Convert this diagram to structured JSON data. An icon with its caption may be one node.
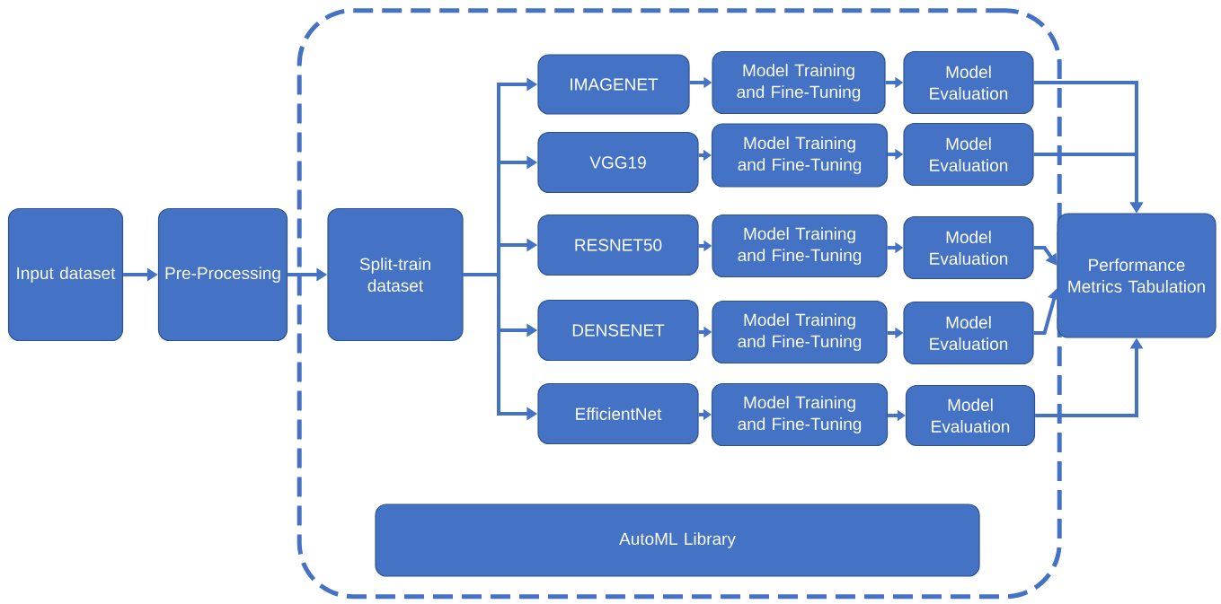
{
  "diagram": {
    "nodes": [
      {
        "text": [
          "Input dataset"
        ]
      },
      {
        "text": [
          "Pre-Processing"
        ]
      },
      {
        "text": [],
        "shape": "box"
      },
      {
        "text": [
          "Split-train dataset"
        ],
        "in": 2
      },
      {
        "text": [
          "IMAGENET"
        ],
        "in": 2
      },
      {
        "text": [
          "Model Training and Fine-Tuning"
        ],
        "in": 2
      },
      {
        "text": [
          "Model Evaluation"
        ],
        "in": 2
      },
      {
        "text": [
          "VGG19"
        ],
        "in": 2
      },
      {
        "text": [
          "Model Training and Fine-Tuning"
        ],
        "in": 2
      },
      {
        "text": [
          "Model Evaluation"
        ],
        "in": 2
      },
      {
        "text": [
          "RESNET50"
        ],
        "in": 2
      },
      {
        "text": [
          "Model Training and Fine-Tuning"
        ],
        "in": 2
      },
      {
        "text": [
          "Model Evaluation"
        ],
        "in": 2
      },
      {
        "text": [
          "DENSENET"
        ],
        "in": 2
      },
      {
        "text": [
          "Model Training and Fine-Tuning"
        ],
        "in": 2
      },
      {
        "text": [
          "Model Evaluation"
        ],
        "in": 2
      },
      {
        "text": [
          "EfficientNet"
        ],
        "in": 2
      },
      {
        "text": [
          "Model Training and Fine-Tuning"
        ],
        "in": 2
      },
      {
        "text": [
          "Model Evaluation"
        ],
        "in": 2
      },
      {
        "text": [
          "AutoML Library"
        ],
        "in": 2
      },
      {
        "text": [
          "Performance Metrics Tabulation"
        ]
      }
    ],
    "edges": [
      {
        "from": 0,
        "to": 1,
        "arrow": "to"
      },
      {
        "from": 1,
        "to": 3,
        "arrow": "to"
      },
      {
        "from": 3,
        "to": 4,
        "arrow": "to"
      },
      {
        "from": 3,
        "to": 7,
        "arrow": "to"
      },
      {
        "from": 3,
        "to": 10,
        "arrow": "to"
      },
      {
        "from": 3,
        "to": 13,
        "arrow": "to"
      },
      {
        "from": 3,
        "to": 16,
        "arrow": "to"
      },
      {
        "from": 4,
        "to": 5,
        "arrow": "to"
      },
      {
        "from": 5,
        "to": 6,
        "arrow": "to"
      },
      {
        "from": 7,
        "to": 8,
        "arrow": "to"
      },
      {
        "from": 8,
        "to": 9,
        "arrow": "to"
      },
      {
        "from": 10,
        "to": 11,
        "arrow": "to"
      },
      {
        "from": 11,
        "to": 12,
        "arrow": "to"
      },
      {
        "from": 13,
        "to": 14,
        "arrow": "to"
      },
      {
        "from": 14,
        "to": 15,
        "arrow": "to"
      },
      {
        "from": 16,
        "to": 17,
        "arrow": "to"
      },
      {
        "from": 17,
        "to": 18,
        "arrow": "to"
      },
      {
        "from": 6,
        "to": 20,
        "arrow": "to"
      },
      {
        "from": 9,
        "to": 20,
        "arrow": "to"
      },
      {
        "from": 12,
        "to": 20,
        "arrow": "to"
      },
      {
        "from": 15,
        "to": 20,
        "arrow": "to"
      },
      {
        "from": 18,
        "to": 20,
        "arrow": "to"
      }
    ]
  }
}
